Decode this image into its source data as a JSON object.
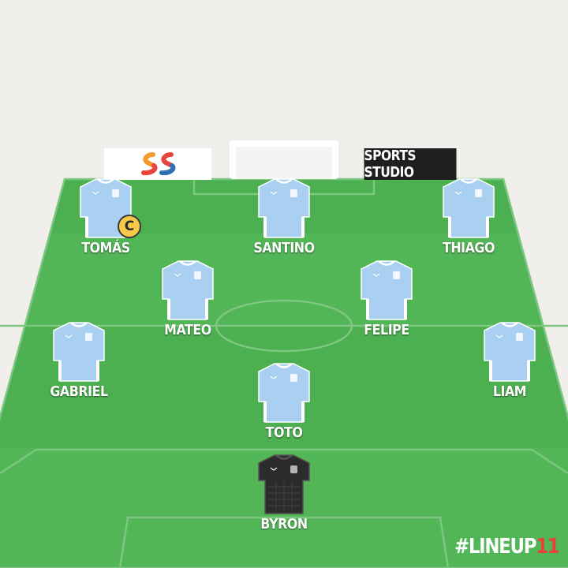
{
  "brand": {
    "badge_text": "SPORTS STUDIO",
    "logo_icon": "ss-logo-icon",
    "logo_colors": {
      "orange": "#f29a2e",
      "red": "#e8453c",
      "blue": "#2f6fb2"
    }
  },
  "colors": {
    "pitch": "#4caf50",
    "pitch_stripe": "#52b556",
    "background": "#f0efeb",
    "outfield_shirt": "#a9d0f0",
    "goalkeeper_shirt": "#2b2b2b",
    "captain_badge": "#f7c948"
  },
  "lineup": {
    "players": [
      {
        "name": "TOMÁS",
        "role": "outfield",
        "captain": true
      },
      {
        "name": "SANTINO",
        "role": "outfield",
        "captain": false
      },
      {
        "name": "THIAGO",
        "role": "outfield",
        "captain": false
      },
      {
        "name": "MATEO",
        "role": "outfield",
        "captain": false
      },
      {
        "name": "FELIPE",
        "role": "outfield",
        "captain": false
      },
      {
        "name": "GABRIEL",
        "role": "outfield",
        "captain": false
      },
      {
        "name": "LIAM",
        "role": "outfield",
        "captain": false
      },
      {
        "name": "TOTO",
        "role": "outfield",
        "captain": false
      },
      {
        "name": "BYRON",
        "role": "goalkeeper",
        "captain": false
      }
    ],
    "captain_mark": "C"
  },
  "footer": {
    "hashtag_text": "#LINEUP",
    "hashtag_number": "11"
  }
}
